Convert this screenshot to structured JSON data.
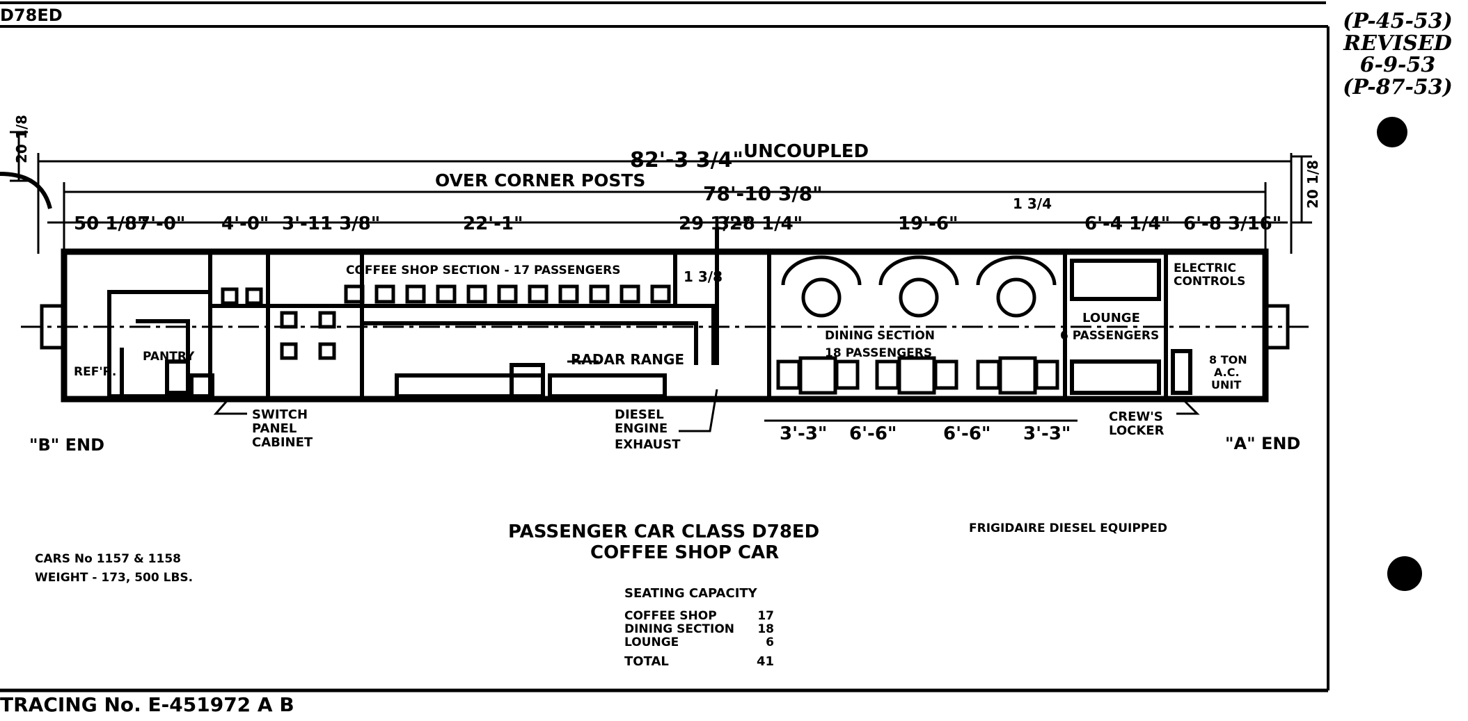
{
  "sheet": {
    "class_code": "D78ED",
    "tracing_number": "TRACING No. E-451972 A B",
    "handwritten_notes": [
      "(P-45-53)",
      "REVISED",
      "6-9-53",
      "(P-87-53)"
    ]
  },
  "dimensions": {
    "uncoupled_length": "82'-3 3/4\"",
    "uncoupled_label": "UNCOUPLED",
    "over_corner_posts_label": "OVER CORNER POSTS",
    "over_corner_posts_length": "78'-10 3/8\"",
    "end_height": "20 1/8",
    "side_offset": "1 3/4",
    "inset_offset": "1 3/8",
    "top_segments": [
      "50 1/8\"",
      "7'-0\"",
      "4'-0\"",
      "3'-11 3/8\"",
      "22'-1\"",
      "29 1/2\"",
      "3'-8 1/4\"",
      "19'-6\"",
      "6'-4 1/4\"",
      "6'-8 3/16\""
    ],
    "bottom_segments": [
      "3'-3\"",
      "6'-6\"",
      "6'-6\"",
      "3'-3\""
    ]
  },
  "labels": {
    "coffee_shop_section": "COFFEE SHOP SECTION - 17 PASSENGERS",
    "dining_section_line1": "DINING SECTION",
    "dining_section_line2": "18 PASSENGERS",
    "lounge": "LOUNGE",
    "lounge_passengers": "6 PASSENGERS",
    "electric_controls_line1": "ELECTRIC",
    "electric_controls_line2": "CONTROLS",
    "ac_unit_line1": "8 TON",
    "ac_unit_line2": "A.C.",
    "ac_unit_line3": "UNIT",
    "refrigerator": "REF'R.",
    "pantry": "PANTRY",
    "radar_range": "RADAR RANGE",
    "switch_panel_line1": "SWITCH",
    "switch_panel_line2": "PANEL",
    "switch_panel_line3": "CABINET",
    "diesel_exhaust_line1": "DIESEL",
    "diesel_exhaust_line2": "ENGINE",
    "diesel_exhaust_line3": "EXHAUST",
    "crews_locker_line1": "CREW'S",
    "crews_locker_line2": "LOCKER",
    "b_end": "\"B\" END",
    "a_end": "\"A\" END"
  },
  "title_block": {
    "title": "PASSENGER CAR CLASS D78ED",
    "subtitle": "COFFEE SHOP CAR",
    "equipment_note": "FRIGIDAIRE DIESEL EQUIPPED",
    "car_numbers": "CARS No 1157 & 1158",
    "weight": "WEIGHT - 173, 500 LBS."
  },
  "seating_capacity": {
    "heading": "SEATING CAPACITY",
    "rows": [
      {
        "label": "COFFEE SHOP",
        "value": "17"
      },
      {
        "label": "DINING SECTION",
        "value": "18"
      },
      {
        "label": "LOUNGE",
        "value": "6"
      },
      {
        "label": "TOTAL",
        "value": "41"
      }
    ]
  }
}
